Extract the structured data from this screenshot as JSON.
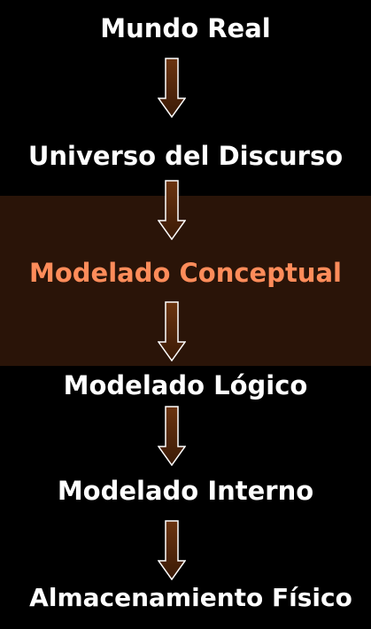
{
  "diagram": {
    "stages": [
      {
        "label": "Mundo Real",
        "highlighted": false
      },
      {
        "label": "Universo del Discurso",
        "highlighted": false
      },
      {
        "label": "Modelado Conceptual",
        "highlighted": true
      },
      {
        "label": "Modelado Lógico",
        "highlighted": false
      },
      {
        "label": "Modelado Interno",
        "highlighted": false
      },
      {
        "label": "Almacenamiento Físico",
        "highlighted": false
      }
    ],
    "colors": {
      "background": "#000000",
      "highlight_band": "#2a1408",
      "text": "#ffffff",
      "highlight_text": "#ff8c5a",
      "arrow_fill_top": "#6b3410",
      "arrow_fill_bottom": "#3a1a06",
      "arrow_stroke": "#ffffff"
    }
  }
}
